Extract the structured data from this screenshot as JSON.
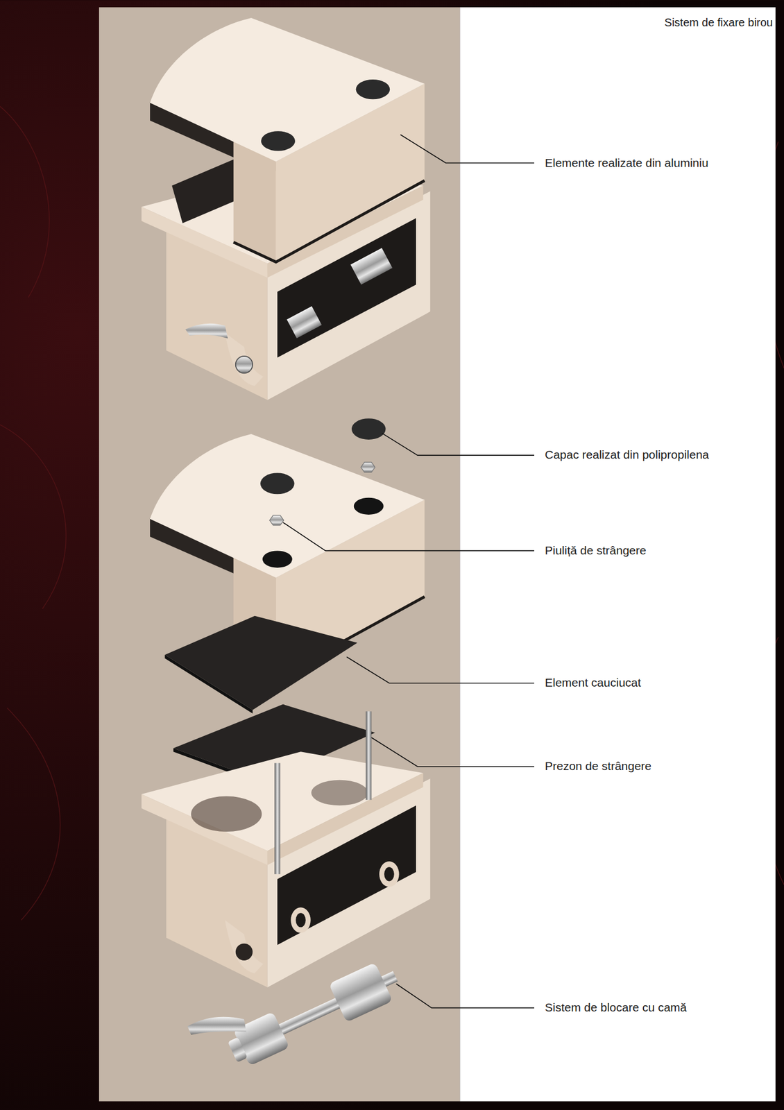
{
  "diagram": {
    "title": "Sistem de fixare birou",
    "labels": [
      "Elemente realizate din aluminiu",
      "Capac realizat din polipropilena",
      "Piuliță de strângere",
      "Element cauciucat",
      "Prezon de strângere",
      "Sistem de blocare cu camă"
    ]
  }
}
